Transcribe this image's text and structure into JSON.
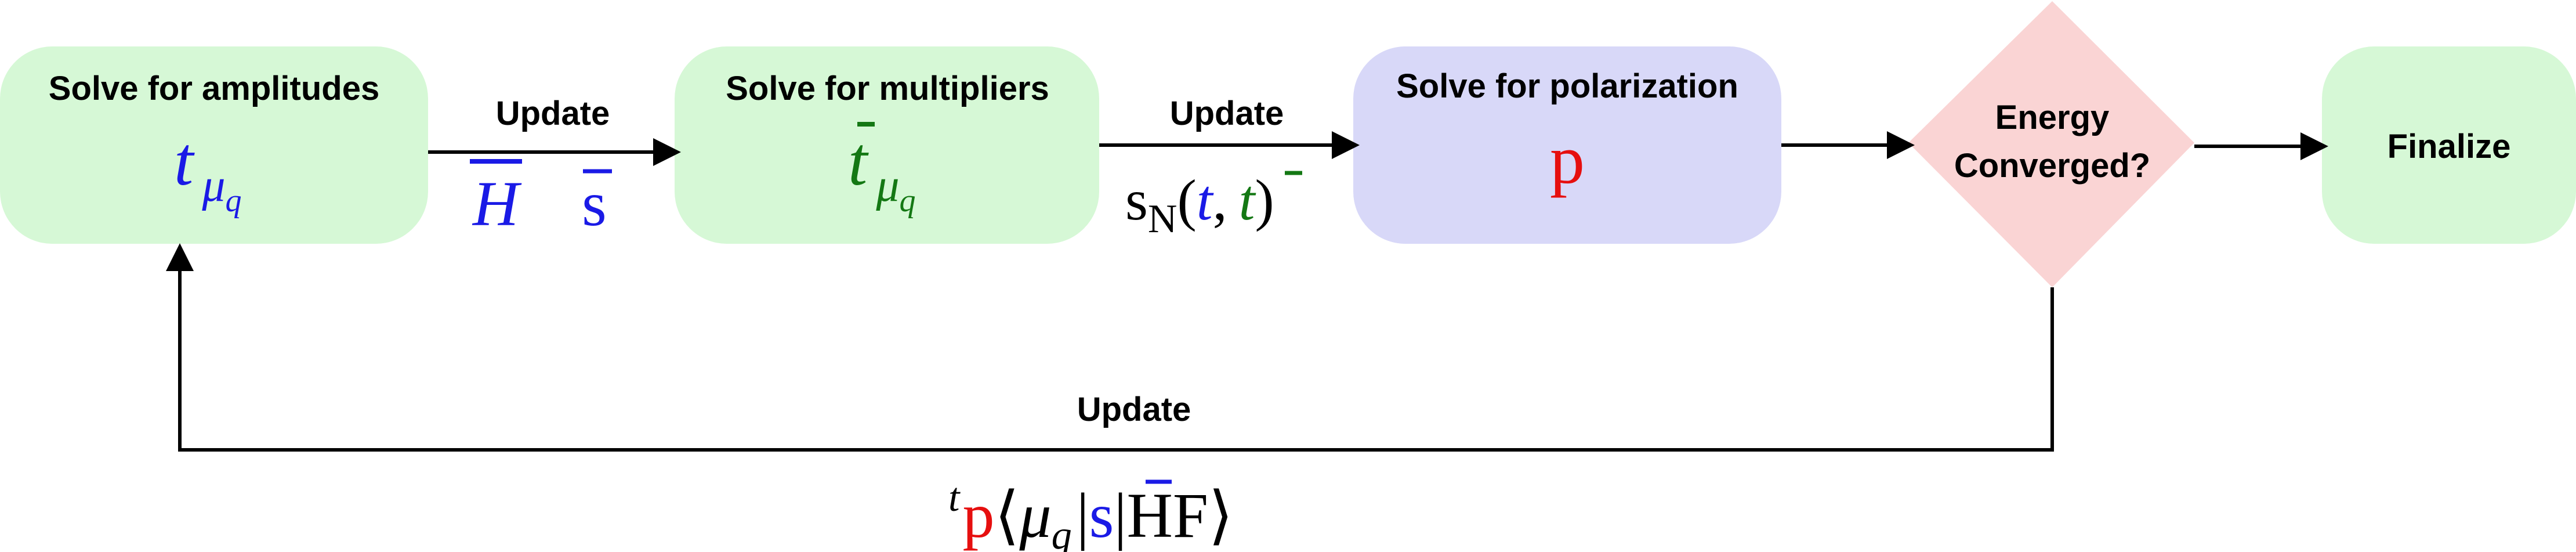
{
  "colors": {
    "green_box": "#d6f8d6",
    "purple_box": "#d8d8f8",
    "pink_diamond": "#fad4d4",
    "blue": "#1a1ae6",
    "green": "#147814",
    "red": "#e60f0f",
    "black": "#000000"
  },
  "boxes": {
    "amplitudes": {
      "title": "Solve for amplitudes",
      "symbol": "t",
      "sub": "μ",
      "subsub": "q"
    },
    "multipliers": {
      "title": "Solve for multipliers",
      "symbol": "t",
      "sub": "μ",
      "subsub": "q"
    },
    "polarization": {
      "title": "Solve for polarization",
      "symbol": "p"
    },
    "converged": {
      "line1": "Energy",
      "line2": "Converged?"
    },
    "finalize": {
      "title": "Finalize"
    }
  },
  "edges": {
    "amp_to_mult": {
      "label": "Update",
      "sym_h": "H",
      "sym_s": "s"
    },
    "mult_to_pol": {
      "label": "Update",
      "s": "s",
      "s_sub": "N",
      "open": "(",
      "t": "t",
      "comma": ",",
      "tbar": "t",
      "close": ")"
    },
    "feedback": {
      "label": "Update",
      "pre_t": "t",
      "p": "p",
      "open": "⟨",
      "mu": "μ",
      "mu_sub": "q",
      "bar1": "|",
      "s": "s",
      "bar2": "|",
      "hf": "HF",
      "close": "⟩"
    }
  }
}
